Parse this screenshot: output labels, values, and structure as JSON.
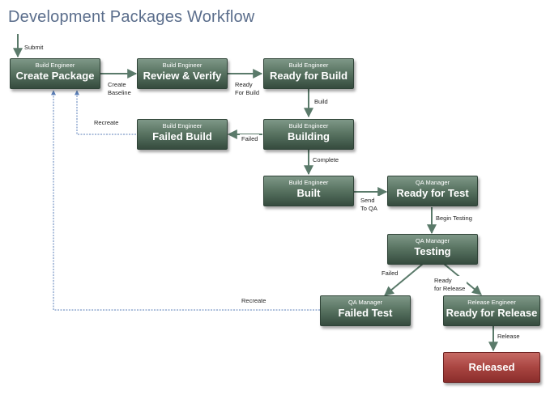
{
  "title": "Development Packages Workflow",
  "colors": {
    "state_box": "#5a7563",
    "released_box": "#a94541",
    "arrow": "#5a7a6a",
    "recreate_link": "#5b7fb8"
  },
  "states": {
    "create_package": {
      "role": "Build Engineer",
      "name": "Create Package"
    },
    "review_verify": {
      "role": "Build Engineer",
      "name": "Review & Verify"
    },
    "ready_for_build": {
      "role": "Build Engineer",
      "name": "Ready for Build"
    },
    "failed_build": {
      "role": "Build Engineer",
      "name": "Failed Build"
    },
    "building": {
      "role": "Build Engineer",
      "name": "Building"
    },
    "built": {
      "role": "Build Engineer",
      "name": "Built"
    },
    "ready_for_test": {
      "role": "QA Manager",
      "name": "Ready for Test"
    },
    "testing": {
      "role": "QA Manager",
      "name": "Testing"
    },
    "failed_test": {
      "role": "QA Manager",
      "name": "Failed Test"
    },
    "ready_for_release": {
      "role": "Release Engineer",
      "name": "Ready for Release"
    },
    "released": {
      "name": "Released"
    }
  },
  "transitions": {
    "submit": "Submit",
    "create_baseline": [
      "Create",
      "Baseline"
    ],
    "ready_for_build": [
      "Ready",
      "For Build"
    ],
    "build": "Build",
    "failed_build": "Failed",
    "recreate_build": "Recreate",
    "complete": "Complete",
    "send_to_qa": [
      "Send",
      "To QA"
    ],
    "begin_testing": "Begin Testing",
    "failed_test": "Failed",
    "ready_for_release": [
      "Ready",
      "for Release"
    ],
    "recreate_test": "Recreate",
    "release": "Release"
  }
}
